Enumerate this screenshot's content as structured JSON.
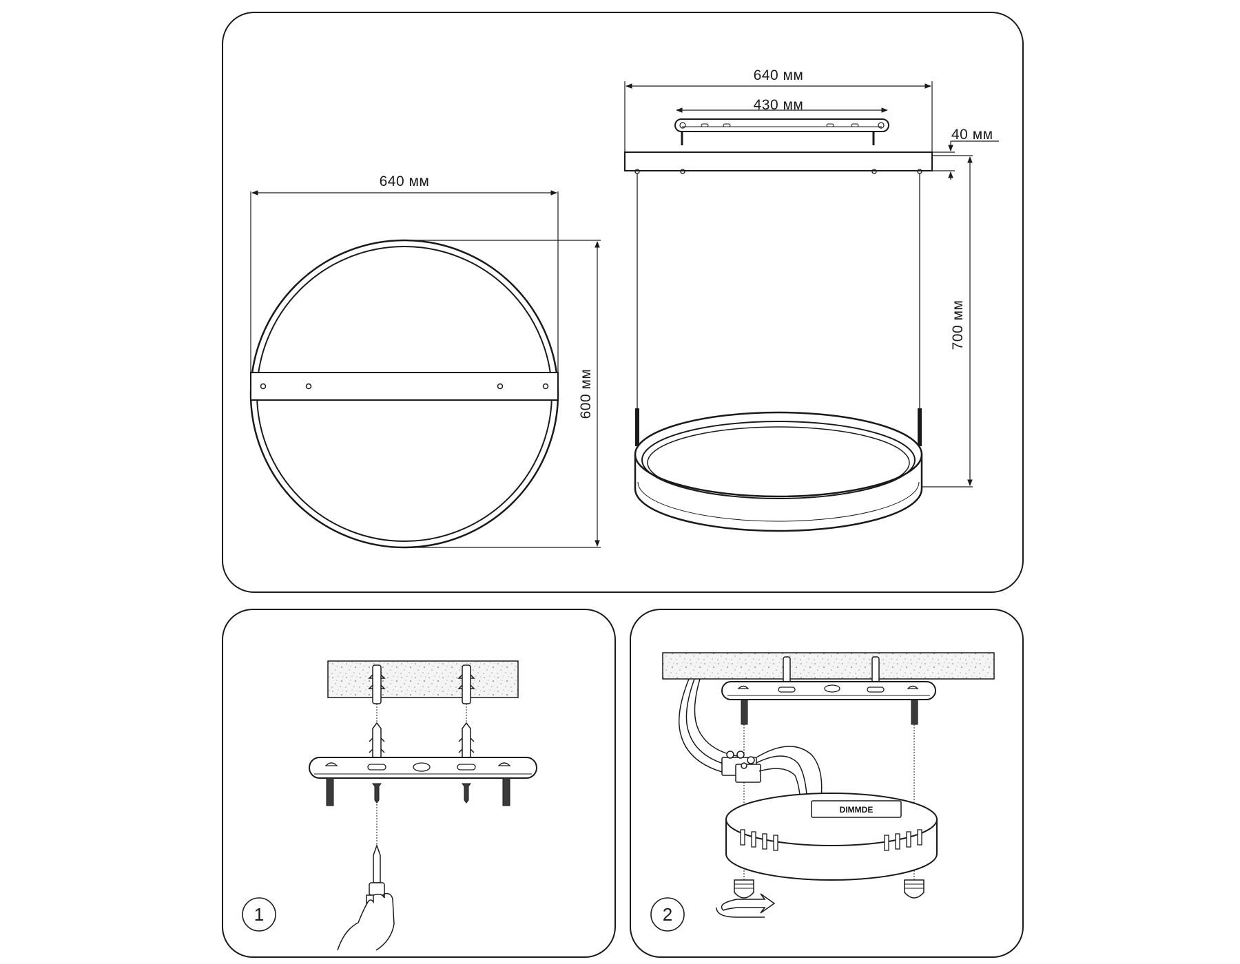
{
  "dimensions": {
    "top_width": "640 мм",
    "bar_length": "430 мм",
    "canopy_height": "40 мм",
    "total_height": "700 мм",
    "ring_width": "640 мм",
    "ring_height": "600 мм"
  },
  "steps": {
    "step1": "1",
    "step2": "2"
  },
  "driver_label": "DIMMDE",
  "colors": {
    "line": "#1a1a1a",
    "background": "#ffffff",
    "ceiling_fill": "#f2f2f2"
  }
}
